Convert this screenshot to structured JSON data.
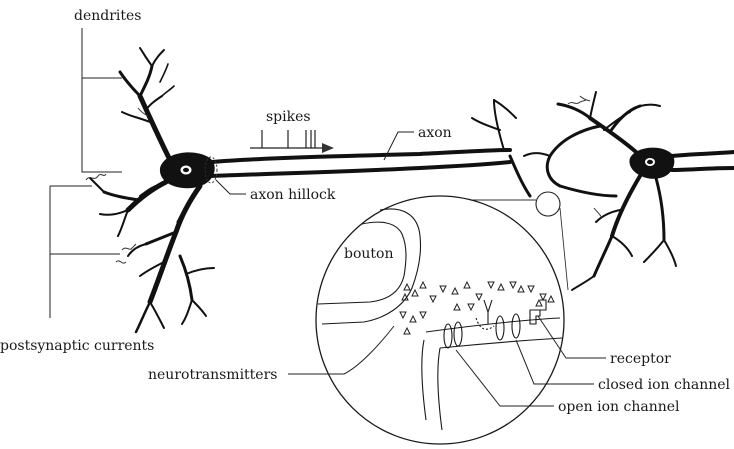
{
  "labels": {
    "dendrites": "dendrites",
    "spikes": "spikes",
    "axon": "axon",
    "axon_hillock": "axon hillock",
    "bouton": "bouton",
    "postsynaptic_currents": "postsynaptic currents",
    "neurotransmitters": "neurotransmitters",
    "receptor": "receptor",
    "closed_ion_channel": "closed ion channel",
    "open_ion_channel": "open ion channel"
  }
}
